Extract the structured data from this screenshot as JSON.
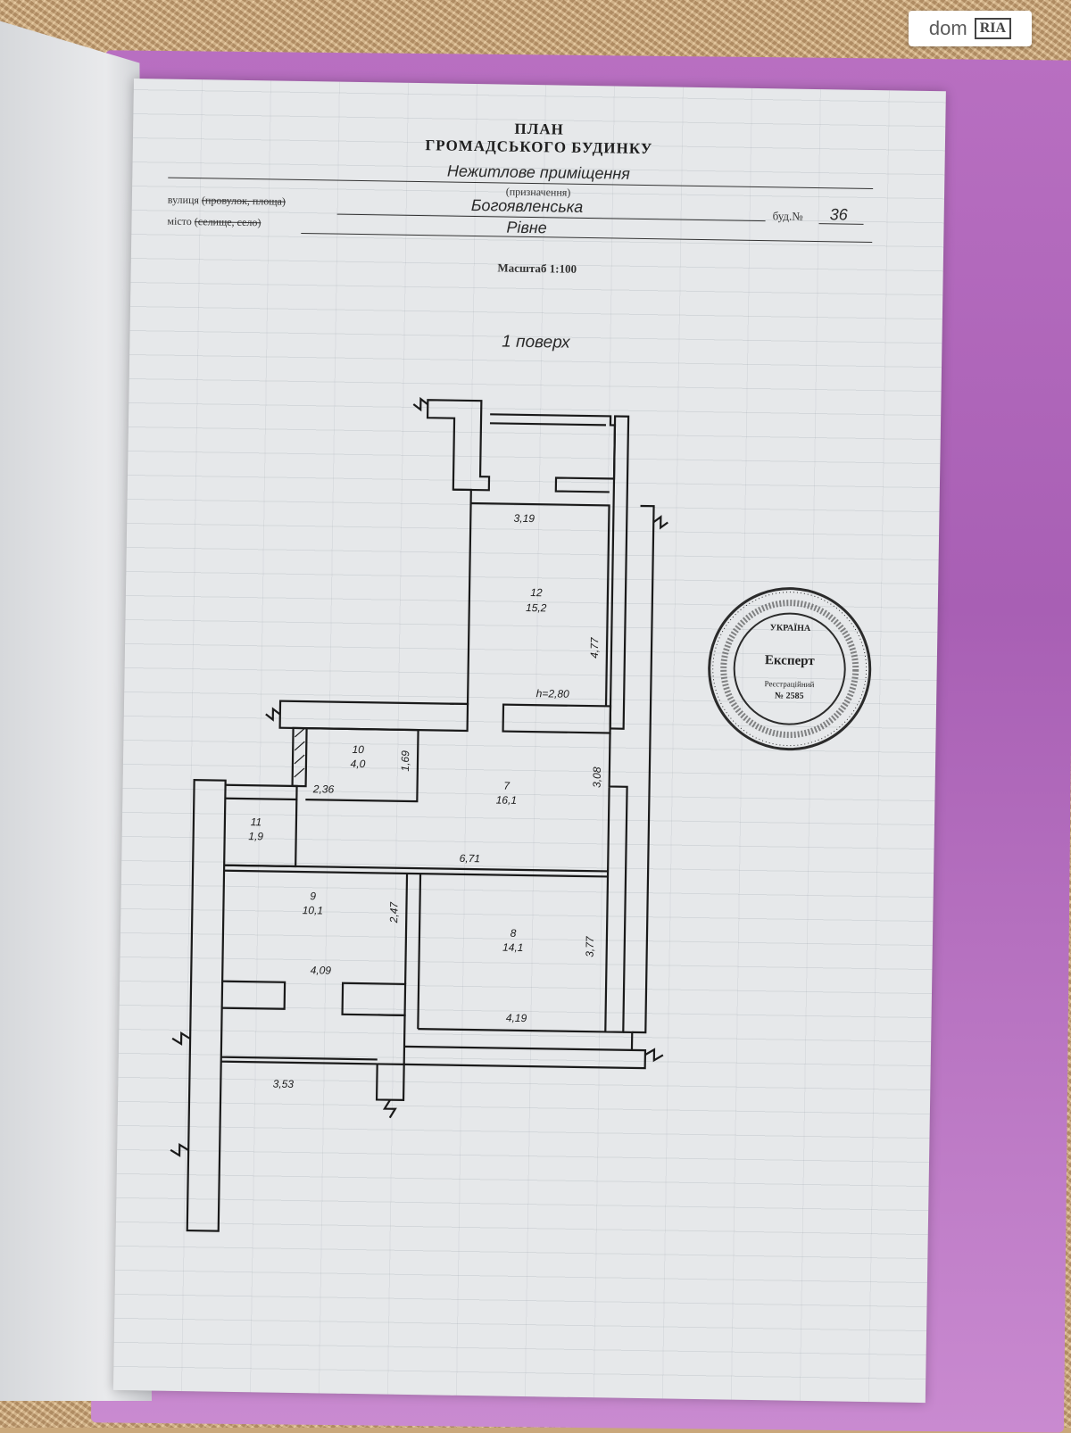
{
  "header": {
    "title_line1": "ПЛАН",
    "title_line2": "ГРОМАДСЬКОГО БУДИНКУ",
    "purpose_value": "Нежитлове приміщення",
    "purpose_caption": "(призначення)",
    "street_label": "вулиця",
    "street_struck": "(провулок, площа)",
    "street_value": "Богоявленська",
    "building_label": "буд.№",
    "building_value": "36",
    "city_label": "місто",
    "city_struck": "(селище, село)",
    "city_value": "Рівне",
    "scale": "Масштаб 1:100",
    "floor": "1 поверх"
  },
  "rooms": [
    {
      "number": "12",
      "area": "15,2"
    },
    {
      "number": "10",
      "area": "4,0"
    },
    {
      "number": "7",
      "area": "16,1"
    },
    {
      "number": "11",
      "area": "1,9"
    },
    {
      "number": "9",
      "area": "10,1"
    },
    {
      "number": "8",
      "area": "14,1"
    }
  ],
  "dimensions": {
    "d319": "3,19",
    "d477": "4,77",
    "height": "h=2,80",
    "d169": "1,69",
    "d236": "2,36",
    "d308": "3,08",
    "d671": "6,71",
    "d247": "2,47",
    "d377": "3,77",
    "d409": "4,09",
    "d419": "4,19",
    "d353": "3,53"
  },
  "stamp": {
    "title": "Експерт",
    "reg_label": "Реєстраційний",
    "reg_number": "№ 2585",
    "top_ring": "УКРАЇНА"
  },
  "watermark": {
    "brand": "dom",
    "brand_badge": "RIA"
  },
  "colors": {
    "folder": "#b06ab9",
    "paper": "#e6e8ea",
    "ink": "#1a1a1a"
  }
}
